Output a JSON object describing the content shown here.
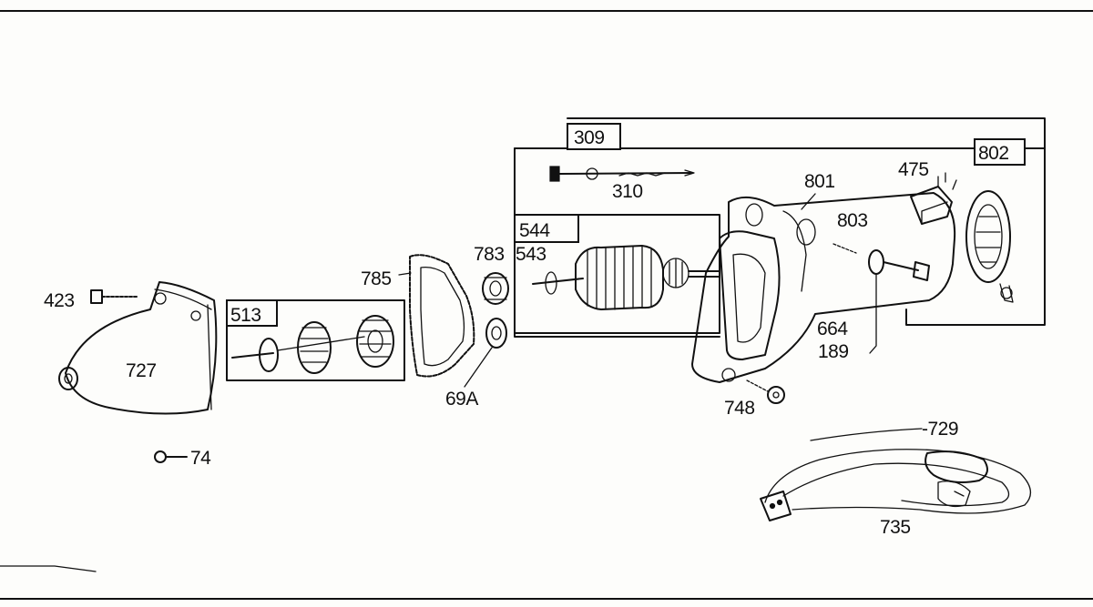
{
  "parts": {
    "p309": "309",
    "p310": "310",
    "p544": "544",
    "p543": "543",
    "p783": "783",
    "p785": "785",
    "p513": "513",
    "p423": "423",
    "p727": "727",
    "p74": "74",
    "p69a": "69A",
    "p801": "801",
    "p475": "475",
    "p802": "802",
    "p803": "803",
    "p664": "664",
    "p189": "189",
    "p748": "748",
    "p729": "-729",
    "p735": "735"
  },
  "ink_color": "#111111",
  "paper_color": "#fdfdfb"
}
